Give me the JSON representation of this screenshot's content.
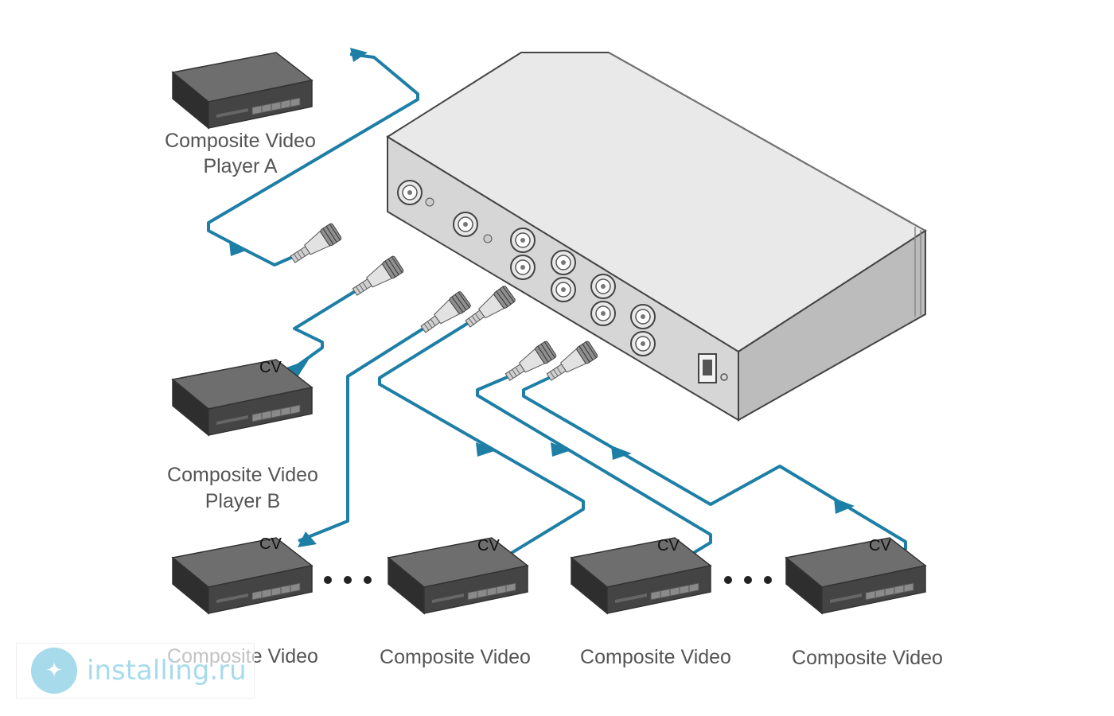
{
  "devices": {
    "player_a": {
      "line1": "Composite Video",
      "line2": "Player A"
    },
    "player_b": {
      "line1": "Composite Video",
      "line2": "Player B"
    },
    "out_1": {
      "line1": "Composite Video"
    },
    "out_2": {
      "line1": "Composite Video"
    },
    "out_3": {
      "line1": "Composite Video"
    },
    "out_4": {
      "line1": "Composite Video"
    }
  },
  "signal_labels": {
    "player_b": "CV",
    "out_1": "CV",
    "out_2": "CV",
    "out_3": "CV",
    "out_4": "CV"
  },
  "colors": {
    "cable": "#1e7fa6",
    "device_dark": "#3c3c3c",
    "device_top": "#6e6e6e",
    "hub_top": "#e9e9e9",
    "hub_front": "#d2d2d2"
  },
  "watermark": {
    "text": "installing.ru"
  }
}
